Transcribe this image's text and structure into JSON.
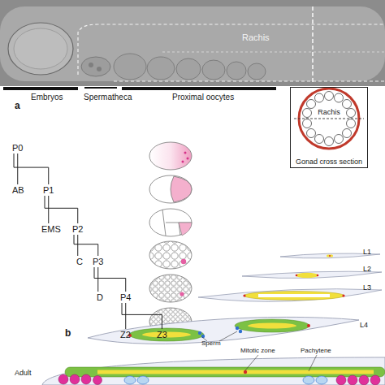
{
  "diagram": {
    "nodes": [
      {
        "text": [
          "P0"
        ]
      },
      {
        "text": [
          "AB"
        ]
      },
      {
        "text": [
          "P1"
        ]
      },
      {
        "text": [
          "EMS"
        ]
      },
      {
        "text": [
          "P2"
        ]
      },
      {
        "text": [
          "C"
        ]
      },
      {
        "text": [
          "P3"
        ]
      },
      {
        "text": [
          "D"
        ]
      },
      {
        "text": [
          "P4"
        ]
      },
      {
        "text": [
          "Z2"
        ]
      },
      {
        "text": [
          "Z3"
        ]
      },
      {
        "text": [
          "Rachis",
          "Gonad cross section"
        ]
      }
    ],
    "edges": [
      {
        "from": 0,
        "to": 1,
        "arrow": "none"
      },
      {
        "from": 0,
        "to": 2,
        "arrow": "none"
      },
      {
        "from": 2,
        "to": 3,
        "arrow": "none"
      },
      {
        "from": 2,
        "to": 4,
        "arrow": "none"
      },
      {
        "from": 4,
        "to": 5,
        "arrow": "none"
      },
      {
        "from": 4,
        "to": 6,
        "arrow": "none"
      },
      {
        "from": 6,
        "to": 7,
        "arrow": "none"
      },
      {
        "from": 6,
        "to": 8,
        "arrow": "none"
      },
      {
        "from": 8,
        "to": 9,
        "arrow": "none"
      },
      {
        "from": 8,
        "to": 10,
        "arrow": "none"
      }
    ],
    "labels": [
      "Rachis",
      "Embryos",
      "Spermatheca",
      "Proximal oocytes",
      "a",
      "L1",
      "L2",
      "L3",
      "b",
      "L4",
      "Sperm",
      "Mitotic zone",
      "Pachytene",
      "Adult"
    ]
  }
}
